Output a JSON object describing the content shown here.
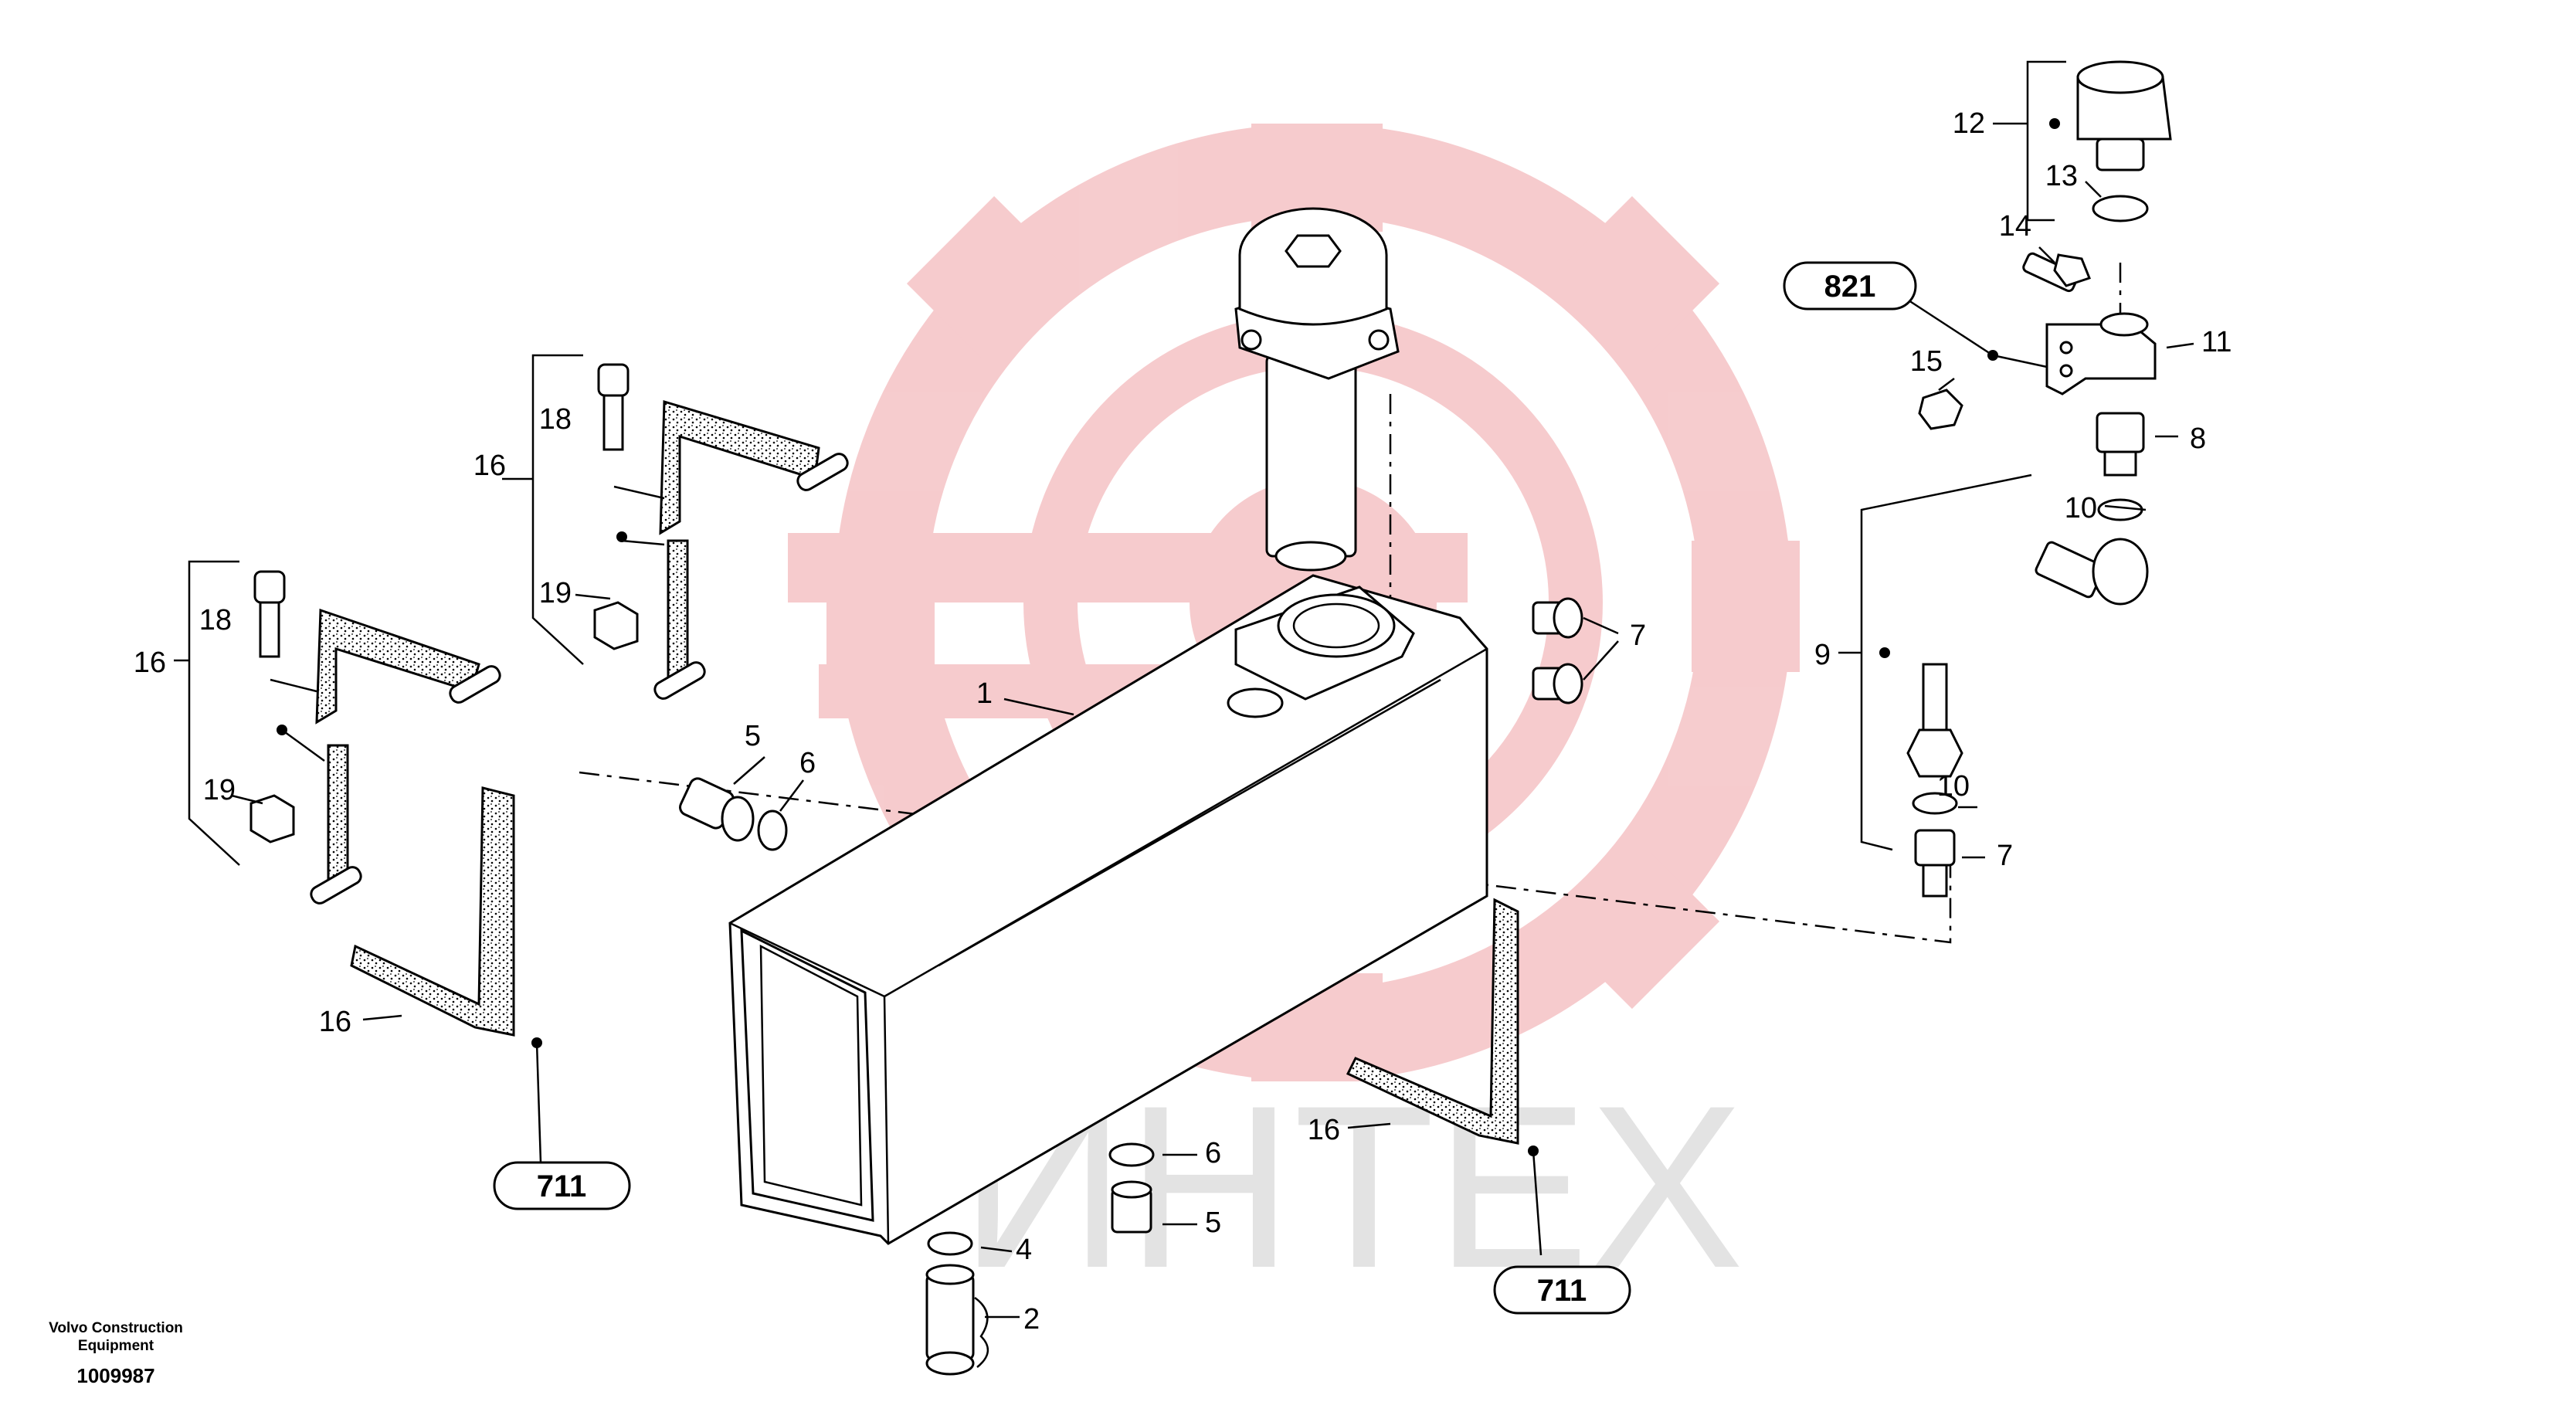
{
  "diagram": {
    "watermark_text": "ИНТЕХ",
    "colors": {
      "watermark_red": "#f6c9cb",
      "watermark_gray": "#e3e3e3",
      "line": "#000000"
    },
    "callouts": {
      "c1": "1",
      "c2": "2",
      "c4": "4",
      "c5a": "5",
      "c6a": "6",
      "c5b": "5",
      "c6b": "6",
      "c7a": "7",
      "c7b": "7",
      "c8": "8",
      "c9": "9",
      "c10a": "10",
      "c10b": "10",
      "c11": "11",
      "c12": "12",
      "c13": "13",
      "c14": "14",
      "c15": "15",
      "c16a": "16",
      "c16b": "16",
      "c16c": "16",
      "c16d": "16",
      "c18a": "18",
      "c18b": "18",
      "c19a": "19",
      "c19b": "19"
    },
    "references": {
      "r821": "821",
      "r711a": "711",
      "r711b": "711"
    },
    "footer": {
      "company_line1": "Volvo Construction",
      "company_line2": "Equipment",
      "drawing_number": "1009987"
    }
  }
}
